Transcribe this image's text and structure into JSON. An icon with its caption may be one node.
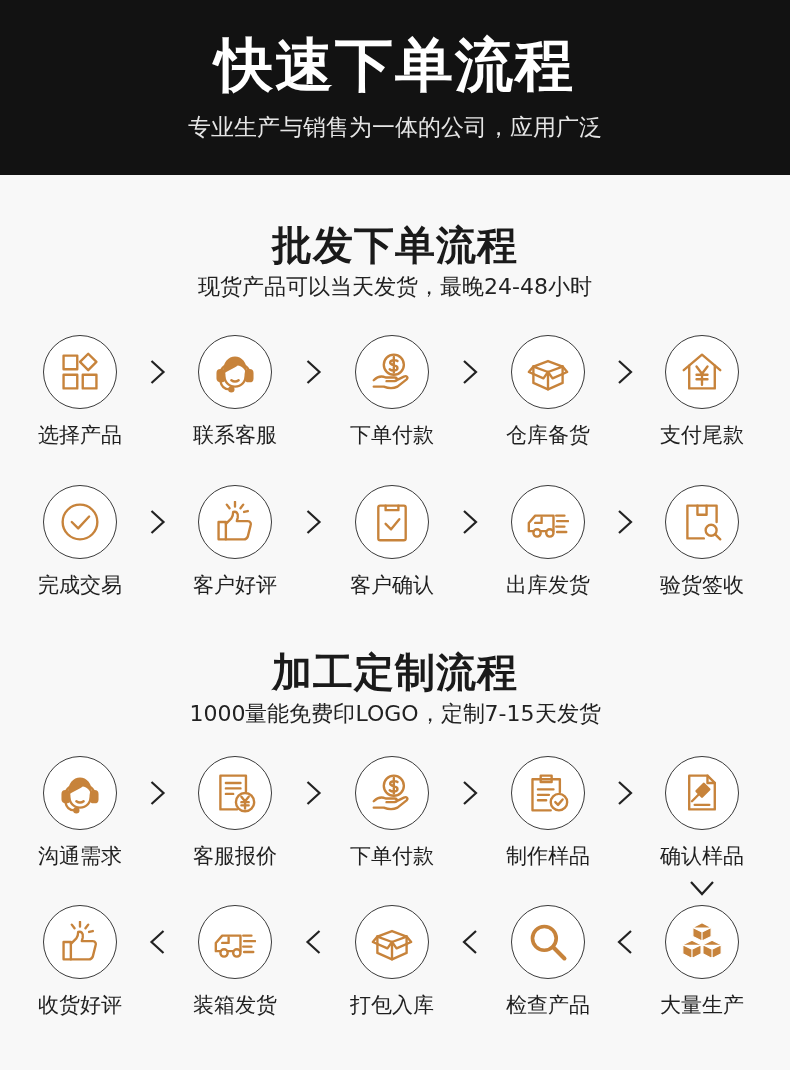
{
  "diagram": {
    "title": "快速下单流程",
    "nodes": [
      {
        "text": [
          "选择产品"
        ]
      },
      {
        "text": [
          "联系客服"
        ]
      },
      {
        "text": [
          "下单付款"
        ]
      },
      {
        "text": [
          "仓库备货"
        ]
      },
      {
        "text": [
          "支付尾款"
        ]
      },
      {
        "text": [
          "完成交易"
        ]
      },
      {
        "text": [
          "客户好评"
        ]
      },
      {
        "text": [
          "客户确认"
        ]
      },
      {
        "text": [
          "出库发货"
        ]
      },
      {
        "text": [
          "验货签收"
        ]
      },
      {
        "text": [
          "沟通需求"
        ]
      },
      {
        "text": [
          "客服报价"
        ]
      },
      {
        "text": [
          "下单付款"
        ]
      },
      {
        "text": [
          "制作样品"
        ]
      },
      {
        "text": [
          "确认样品"
        ]
      },
      {
        "text": [
          "收货好评"
        ]
      },
      {
        "text": [
          "装箱发货"
        ]
      },
      {
        "text": [
          "打包入库"
        ]
      },
      {
        "text": [
          "检查产品"
        ]
      },
      {
        "text": [
          "大量生产"
        ]
      }
    ],
    "edges": [
      {
        "from": 0,
        "to": 1,
        "arrow": "to"
      },
      {
        "from": 1,
        "to": 2,
        "arrow": "to"
      },
      {
        "from": 2,
        "to": 3,
        "arrow": "to"
      },
      {
        "from": 3,
        "to": 4,
        "arrow": "to"
      },
      {
        "from": 5,
        "to": 6,
        "arrow": "to"
      },
      {
        "from": 6,
        "to": 7,
        "arrow": "to"
      },
      {
        "from": 7,
        "to": 8,
        "arrow": "to"
      },
      {
        "from": 8,
        "to": 9,
        "arrow": "to"
      },
      {
        "from": 10,
        "to": 11,
        "arrow": "to"
      },
      {
        "from": 11,
        "to": 12,
        "arrow": "to"
      },
      {
        "from": 12,
        "to": 13,
        "arrow": "to"
      },
      {
        "from": 13,
        "to": 14,
        "arrow": "to"
      },
      {
        "from": 14,
        "to": 19,
        "arrow": "to"
      },
      {
        "from": 19,
        "to": 18,
        "arrow": "to"
      },
      {
        "from": 18,
        "to": 17,
        "arrow": "to"
      },
      {
        "from": 17,
        "to": 16,
        "arrow": "to"
      },
      {
        "from": 16,
        "to": 15,
        "arrow": "to"
      }
    ],
    "labels": [
      "专业生产与销售为一体的公司，应用广泛",
      "批发下单流程",
      "现货产品可以当天发货，最晚24-48小时",
      "加工定制流程",
      "1000量能免费印LOGO，定制7-15天发货"
    ]
  }
}
